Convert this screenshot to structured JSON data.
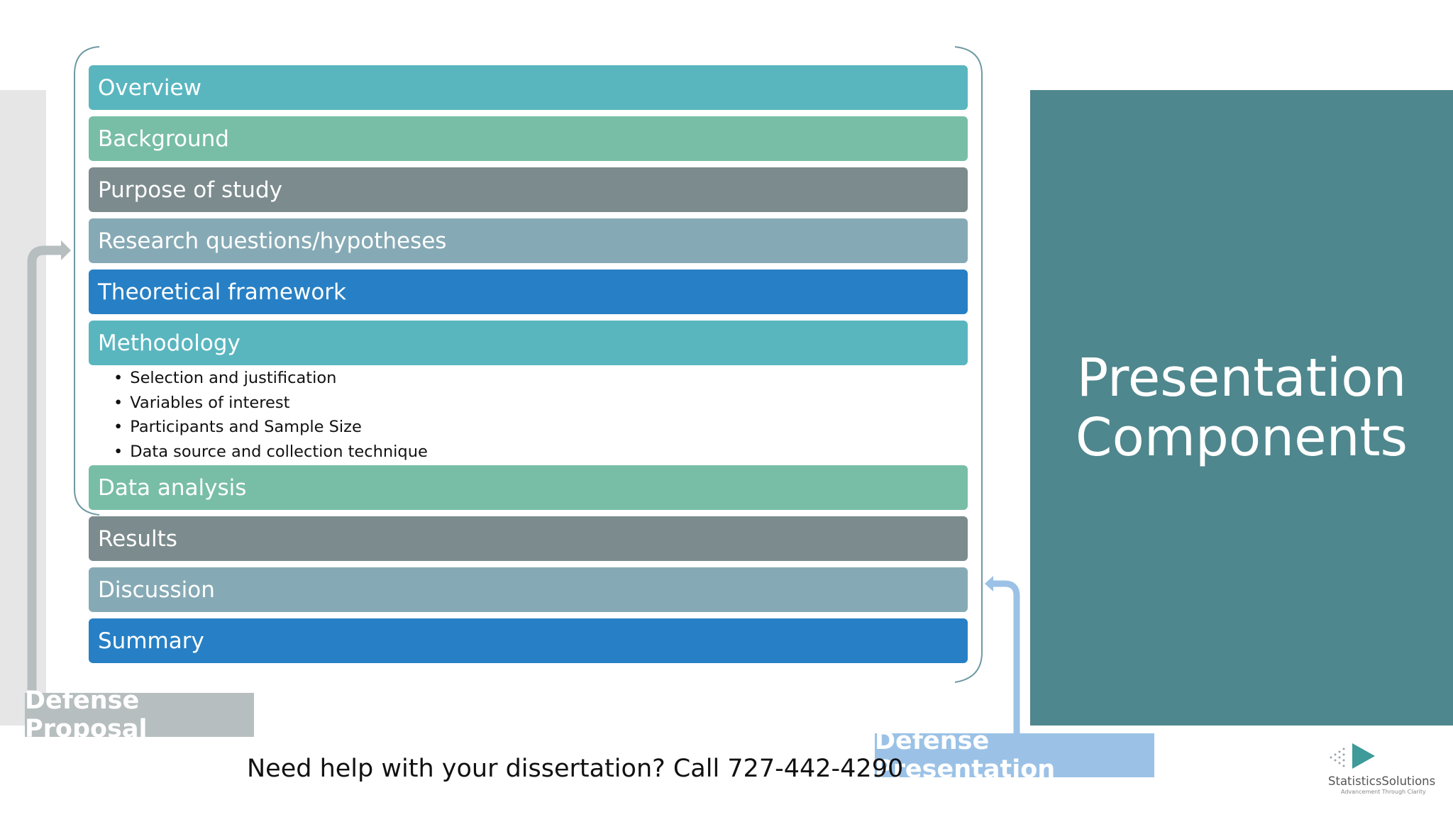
{
  "title": "Presentation Components",
  "title_lines": [
    "Presentation",
    "Components"
  ],
  "bars": [
    {
      "label": "Overview"
    },
    {
      "label": "Background"
    },
    {
      "label": "Purpose of study"
    },
    {
      "label": "Research questions/hypotheses"
    },
    {
      "label": "Theoretical framework"
    },
    {
      "label": "Methodology"
    },
    {
      "label": "Data analysis"
    },
    {
      "label": "Results"
    },
    {
      "label": "Discussion"
    },
    {
      "label": "Summary"
    }
  ],
  "methodology_bullets": [
    "Selection and justification",
    "Variables of interest",
    "Participants and Sample Size",
    "Data source and collection technique"
  ],
  "defense_proposal_label": "Defense Proposal",
  "defense_presentation_label": "Defense Presentation",
  "help_text": "Need help with your dissertation? Call 727-442-4290",
  "logo": {
    "name": "StatisticsSolutions",
    "tagline": "Advancement Through Clarity"
  },
  "colors": {
    "teal": "#59b6bf",
    "green": "#78bea6",
    "gray": "#7c8b8d",
    "slate": "#86aab5",
    "blue": "#2780c5",
    "title_panel": "#4e878d"
  }
}
